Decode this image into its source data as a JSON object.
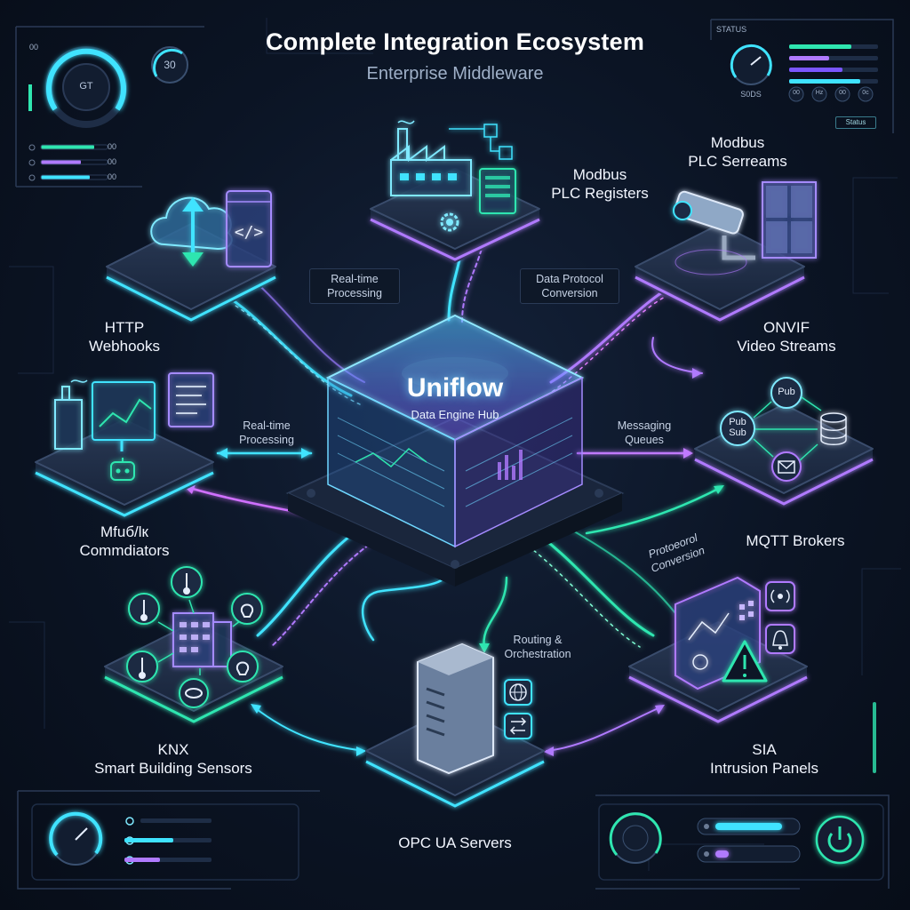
{
  "header": {
    "title": "Complete Integration Ecosystem",
    "subtitle": "Enterprise Middleware"
  },
  "hub": {
    "title": "Uniflow",
    "subtitle": "Data Engine Hub"
  },
  "nodes": {
    "modbus_registers": [
      "Modbus",
      "PLC Registers"
    ],
    "modbus_streams": [
      "Modbus",
      "PLC Serreams"
    ],
    "http": [
      "HTTP",
      "Webhooks"
    ],
    "onvif": [
      "ONVIF",
      "Video Streams"
    ],
    "mqtt": [
      "MQTT Brokers"
    ],
    "commissioning": [
      "Mfuб/lк",
      "Commdiators"
    ],
    "knx": [
      "KNX",
      "Smart Building Sensors"
    ],
    "sia": [
      "SIA",
      "Intrusion Panels"
    ],
    "opc": [
      "OPC UA Servers"
    ]
  },
  "flow_labels": {
    "realtime_top": [
      "Real-time",
      "Processing"
    ],
    "protocol_top": [
      "Data Protocol",
      "Conversion"
    ],
    "realtime_left": [
      "Real-time",
      "Processing"
    ],
    "messaging": [
      "Messaging",
      "Queues"
    ],
    "protocol_right": [
      "Protoeorol",
      "Conversion"
    ],
    "routing": [
      "Routing &",
      "Orchestration"
    ]
  },
  "mqtt_badges": {
    "pub": "Pub",
    "pub_sub_1": "Pub",
    "pub_sub_2": "Sub"
  },
  "panels": {
    "top_left": {
      "gauge_label": "GT",
      "gauge_value": "30",
      "rows": [
        "00",
        "00",
        "00"
      ],
      "corner": "00"
    },
    "top_right": {
      "heading": "STATUS",
      "value": "S0DS",
      "badges": [
        "00",
        "Hz",
        "00",
        "0c"
      ],
      "button": "Status"
    }
  },
  "colors": {
    "accent_cyan": "#3fe3ff",
    "accent_teal": "#2fe6b0",
    "accent_purple": "#b07aff",
    "accent_magenta": "#e07bff",
    "background": "#0b1424"
  },
  "icons": [
    "cloud-sync-icon",
    "code-window-icon",
    "factory-icon",
    "gear-icon",
    "plc-rack-icon",
    "security-camera-icon",
    "video-grid-icon",
    "monitor-chart-icon",
    "robot-icon",
    "database-icon",
    "mail-icon",
    "thermometer-icon",
    "lightbulb-icon",
    "building-icon",
    "eye-icon",
    "server-tower-icon",
    "globe-icon",
    "transfer-arrows-icon",
    "control-panel-icon",
    "warning-icon",
    "bell-icon",
    "broadcast-icon",
    "power-icon"
  ]
}
